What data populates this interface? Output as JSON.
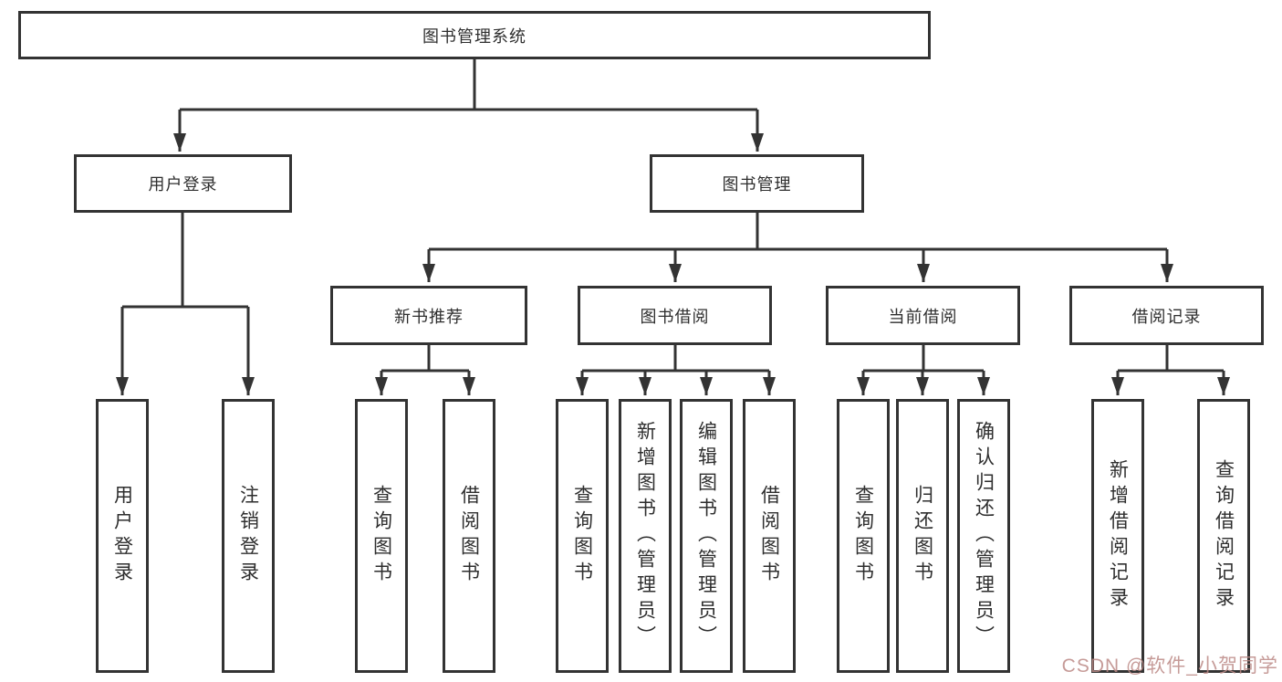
{
  "diagram": {
    "root": {
      "label": "图书管理系统"
    },
    "branches": [
      {
        "label": "用户登录",
        "children": [
          {
            "label": "用户登录"
          },
          {
            "label": "注销登录"
          }
        ]
      },
      {
        "label": "图书管理",
        "children": [
          {
            "label": "新书推荐",
            "children": [
              {
                "label": "查询图书"
              },
              {
                "label": "借阅图书"
              }
            ]
          },
          {
            "label": "图书借阅",
            "children": [
              {
                "label": "查询图书"
              },
              {
                "label": "新增图书（管理员）"
              },
              {
                "label": "编辑图书（管理员）"
              },
              {
                "label": "借阅图书"
              }
            ]
          },
          {
            "label": "当前借阅",
            "children": [
              {
                "label": "查询图书"
              },
              {
                "label": "归还图书"
              },
              {
                "label": "确认归还（管理员）"
              }
            ]
          },
          {
            "label": "借阅记录",
            "children": [
              {
                "label": "新增借阅记录"
              },
              {
                "label": "查询借阅记录"
              }
            ]
          }
        ]
      }
    ]
  },
  "watermark": {
    "text": "CSDN @软件_小贺同学",
    "color": "#bc8a86"
  },
  "style": {
    "line_color": "#333333",
    "box_fill": "#ffffff",
    "text_color": "#2e2e2e",
    "background": "#ffffff"
  }
}
